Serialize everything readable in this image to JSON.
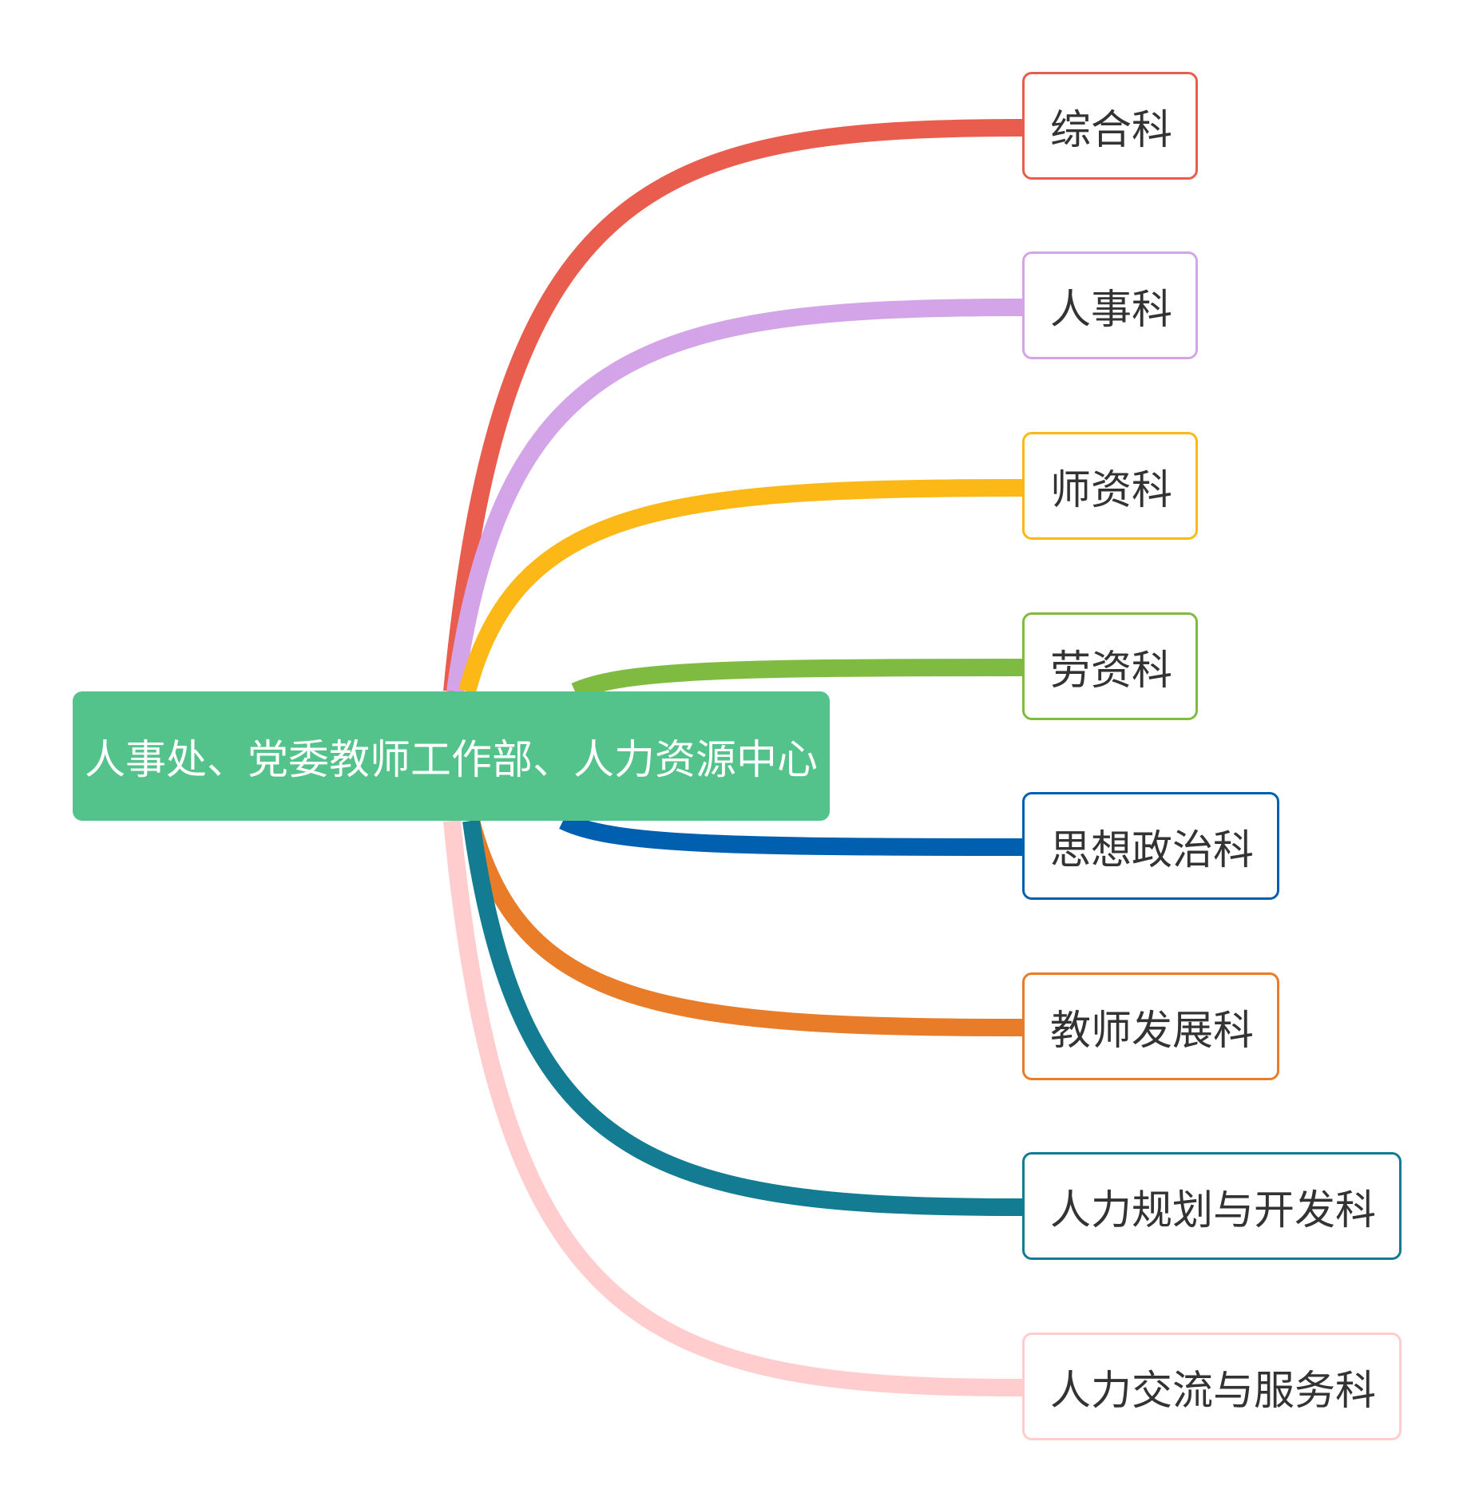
{
  "root": {
    "label": "人事处、党委教师工作部、人力资源中心",
    "color": "#53c28b"
  },
  "children": [
    {
      "label": "综合科",
      "color": "#e95d4f"
    },
    {
      "label": "人事科",
      "color": "#d3a4e8"
    },
    {
      "label": "师资科",
      "color": "#fbb817"
    },
    {
      "label": "劳资科",
      "color": "#80bb41"
    },
    {
      "label": "思想政治科",
      "color": "#005faf"
    },
    {
      "label": "教师发展科",
      "color": "#e87c28"
    },
    {
      "label": "人力规划与开发科",
      "color": "#137b92"
    },
    {
      "label": "人力交流与服务科",
      "color": "#ffcdcd"
    }
  ]
}
